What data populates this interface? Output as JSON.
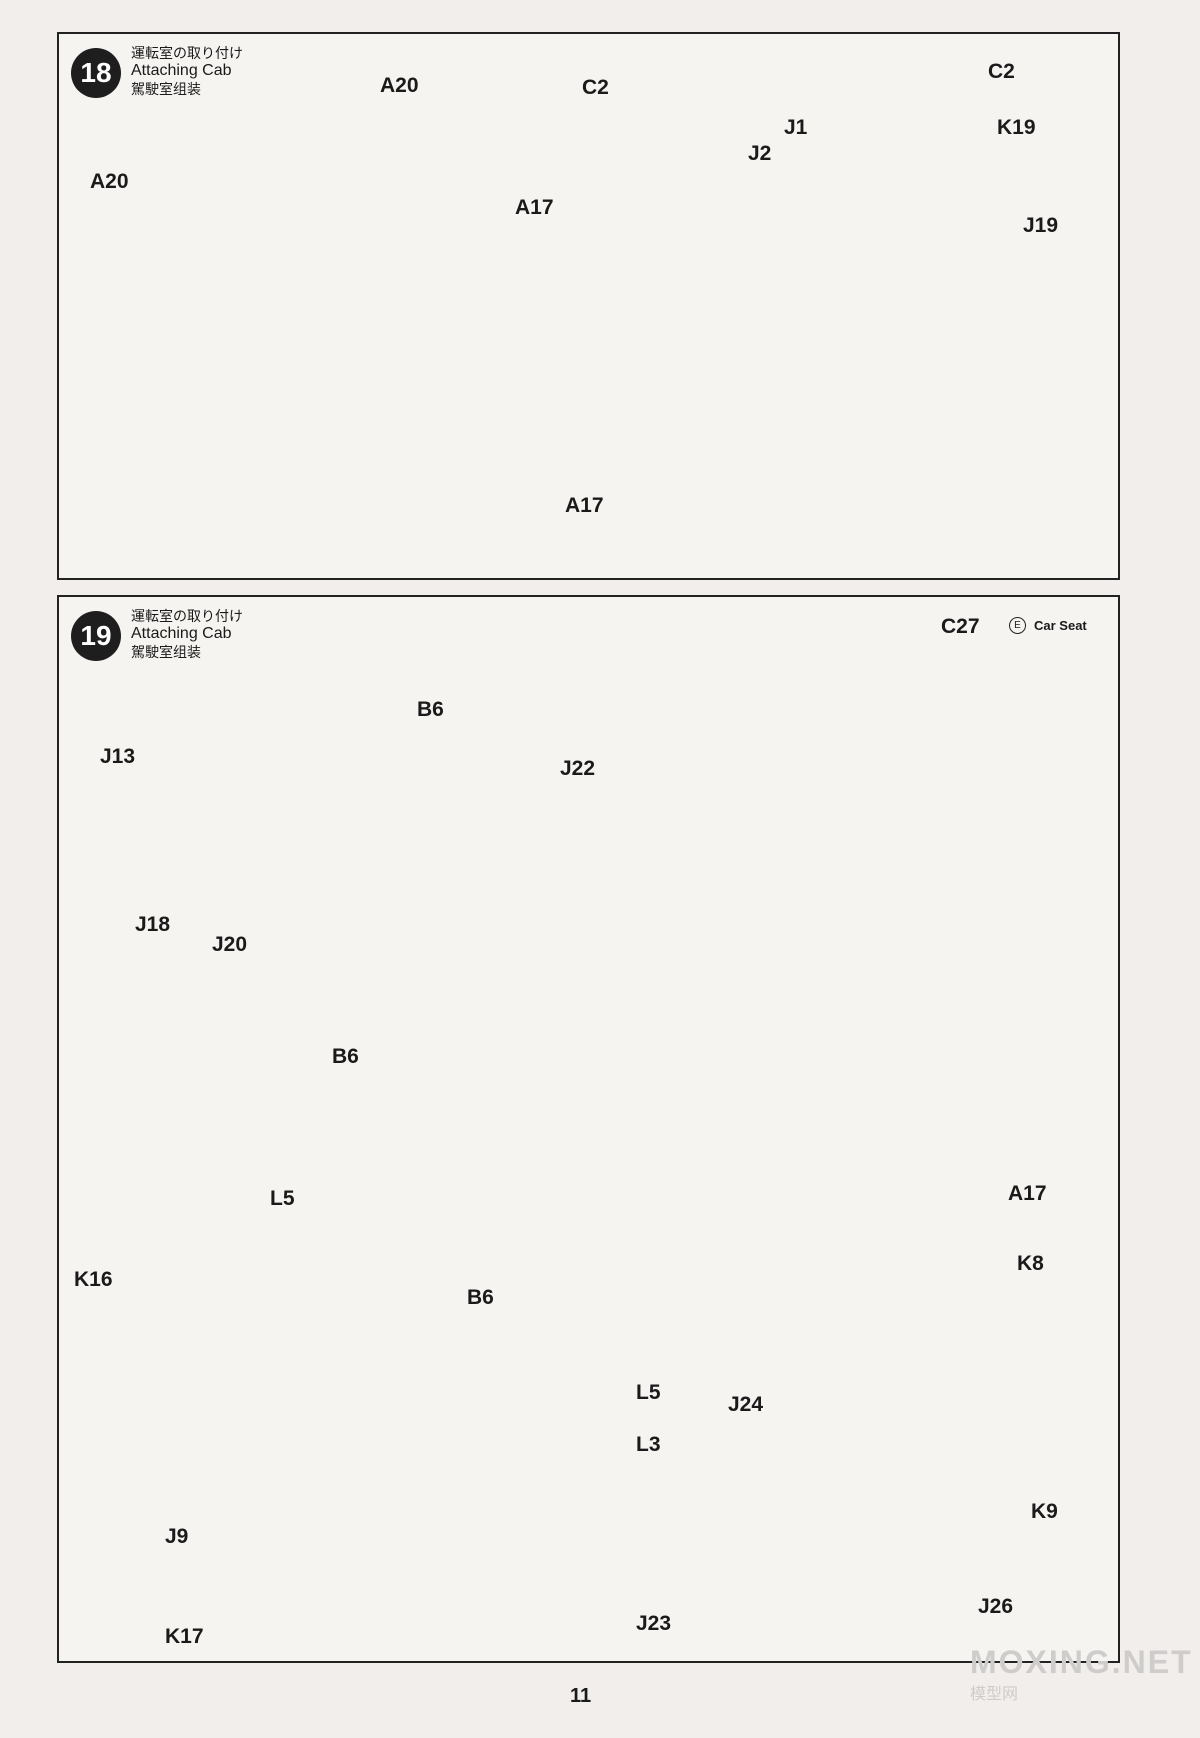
{
  "step18": {
    "number": "18",
    "title_jp": "運転室の取り付け",
    "title_en": "Attaching Cab",
    "title_cn": "駕駛室组装",
    "labels": {
      "a20_left": "A20",
      "a20_right": "A20",
      "a17_left": "A17",
      "c2_left": "C2",
      "c2_right": "C2",
      "j1": "J1",
      "j2": "J2",
      "k19": "K19",
      "j19": "J19",
      "a17_right": "A17"
    }
  },
  "step19": {
    "number": "19",
    "title_jp": "運転室の取り付け",
    "title_en": "Attaching Cab",
    "title_cn": "駕駛室组装",
    "legend_mark": "E",
    "legend_text": "Car Seat",
    "labels": {
      "b6_top": "B6",
      "j13": "J13",
      "j18": "J18",
      "j20": "J20",
      "j22": "J22",
      "c27": "C27",
      "b6_mid": "B6",
      "l5_left": "L5",
      "a17": "A17",
      "k16": "K16",
      "b6_bottom": "B6",
      "l5_right": "L5",
      "j24": "J24",
      "k8": "K8",
      "l3": "L3",
      "k9": "K9",
      "j9": "J9",
      "k17": "K17",
      "j23": "J23",
      "j26": "J26"
    }
  },
  "page_number": "11",
  "watermark": "MOXING.NET",
  "watermark_sub": "模型网"
}
